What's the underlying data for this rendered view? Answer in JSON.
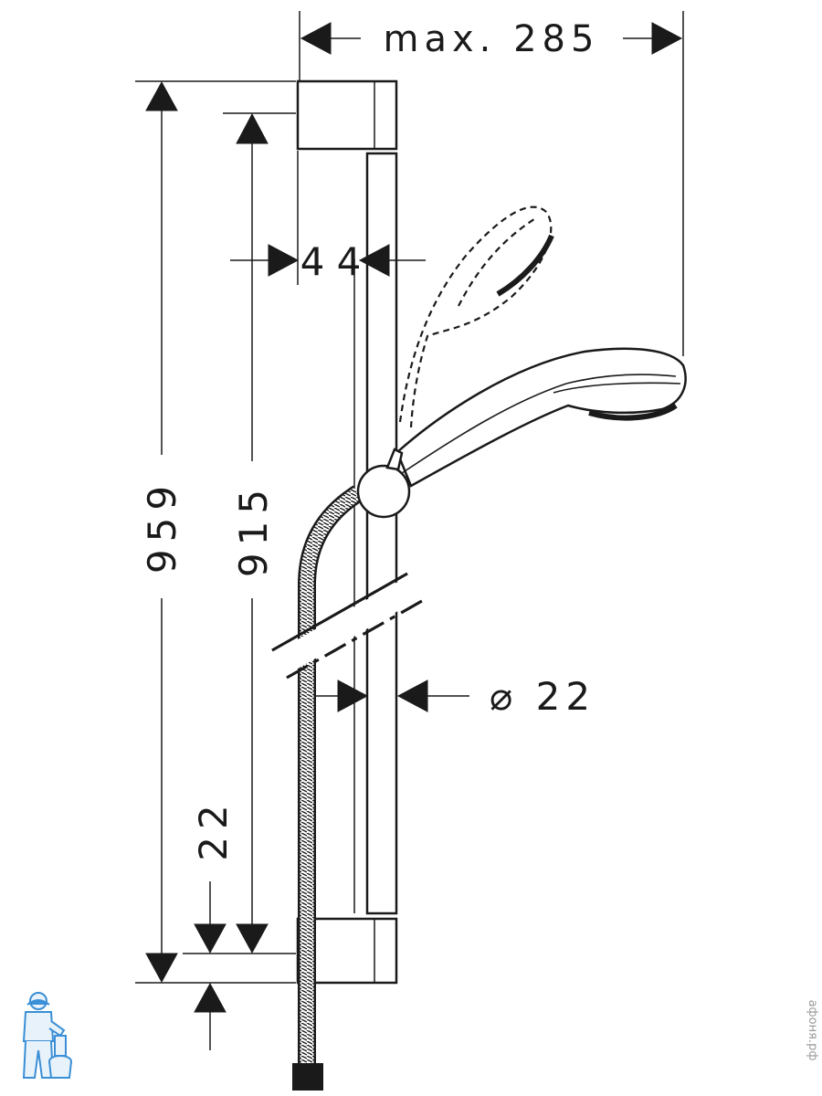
{
  "dimensions": {
    "max_width": "max. 285",
    "total_height": "959",
    "bar_height": "915",
    "bracket_depth": "4 4",
    "rail_diameter": "⌀ 22",
    "bottom_offset": "22"
  },
  "watermark": {
    "text": "афоня.рф",
    "logo_icon": "plumber-mascot-icon"
  },
  "colors": {
    "line": "#1a1a1a",
    "background": "#ffffff",
    "mascot": "#3a8fd6"
  }
}
